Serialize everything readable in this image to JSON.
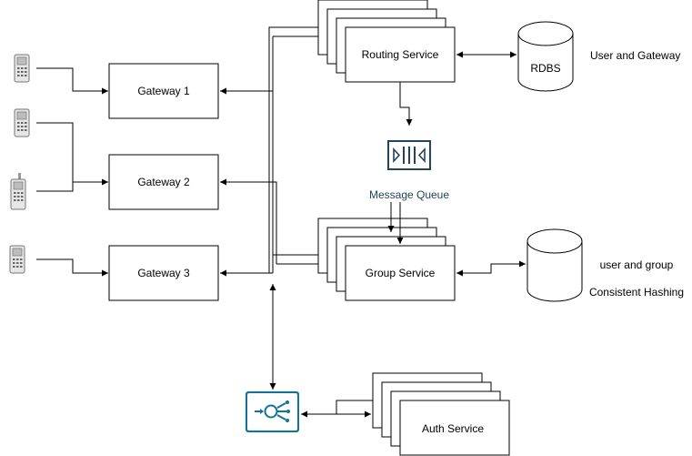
{
  "gateways": [
    {
      "label": "Gateway 1"
    },
    {
      "label": "Gateway 2"
    },
    {
      "label": "Gateway 3"
    }
  ],
  "routing_service": {
    "label": "Routing Service"
  },
  "group_service": {
    "label": "Group Service"
  },
  "auth_service": {
    "label": "Auth Service"
  },
  "rdbs": {
    "label": "RDBS",
    "note": "User and Gateway"
  },
  "message_queue": {
    "label": "Message Queue"
  },
  "group_store": {
    "note_line1": "user and group",
    "note_line2": "Consistent Hashing"
  },
  "colors": {
    "stroke": "#000000",
    "accent": "#10739e",
    "queue": "#23445d"
  },
  "icons": [
    "phone-icon",
    "message-queue-icon",
    "load-balancer-icon",
    "database-icon"
  ]
}
